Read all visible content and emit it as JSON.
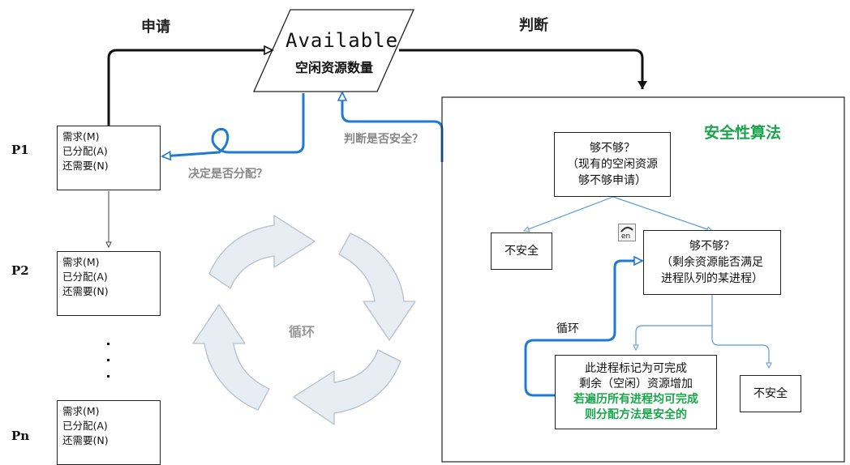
{
  "header": {
    "apply_label": "申请",
    "judge_label": "判断"
  },
  "available": {
    "title": "Available",
    "subtitle": "空闲资源数量"
  },
  "arrows": {
    "judge_safe_label": "判断是否安全？",
    "decide_alloc_label": "决定是否分配？"
  },
  "processes": [
    {
      "id": "P1",
      "lines": [
        "需求(M)",
        "已分配(A)",
        "还需要(N)"
      ]
    },
    {
      "id": "P2",
      "lines": [
        "需求(M)",
        "已分配(A)",
        "还需要(N)"
      ]
    },
    {
      "id": "Pn",
      "lines": [
        "需求(M)",
        "已分配(A)",
        "还需要(N)"
      ]
    }
  ],
  "cycle": {
    "label": "循环"
  },
  "safety_panel": {
    "title": "安全性算法",
    "check1": {
      "line1": "够不够？",
      "line2": "（现有的空闲资源",
      "line3": "够不够申请）"
    },
    "unsafe1": "不安全",
    "check2": {
      "line1": "够不够？",
      "line2": "（剩余资源能否满足",
      "line3": "进程队列的某进程）"
    },
    "loop_label": "循环",
    "mark_box": {
      "line1": "此进程标记为可完成",
      "line2": "剩余（空闲）资源增加",
      "line3": "若遍历所有进程均可完成",
      "line4": "则分配方法是安全的"
    },
    "unsafe2": "不安全",
    "input_icon_text": "en"
  },
  "colors": {
    "blue_arrow": "#1f7ad1",
    "green_text": "#1aa64b",
    "cycle_fill": "#e8ecf3",
    "cycle_stroke": "#b4bfcd"
  }
}
